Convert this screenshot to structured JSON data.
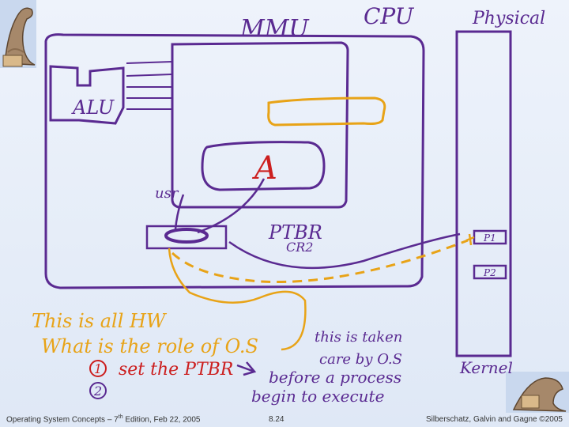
{
  "labels": {
    "mmu": "MMU",
    "cpu": "CPU",
    "physical": "Physical",
    "alu": "ALU",
    "a": "A",
    "usr": "usr",
    "ptbr": "PTBR",
    "cr2": "CR2",
    "p1": "P1",
    "p2": "P2",
    "kernel": "Kernel"
  },
  "notes": {
    "line1": "This is all HW",
    "line2": "What is the role of O.S",
    "item1_num": "1",
    "item1_text": "set the PTBR",
    "item2_num": "2",
    "right1": "this is taken",
    "right2": "care by O.S",
    "right3": "before a process",
    "right4": "begin to execute"
  },
  "footer": {
    "left_pre": "Operating System Concepts – 7",
    "left_sup": "th",
    "left_post": " Edition, Feb 22, 2005",
    "page": "8.24",
    "right": "Silberschatz, Galvin and Gagne ©2005"
  },
  "colors": {
    "purple": "#5a2a91",
    "orange": "#e8a317"
  },
  "icons": [
    "dinosaur-logo-top-left",
    "dinosaur-logo-bottom-right"
  ]
}
